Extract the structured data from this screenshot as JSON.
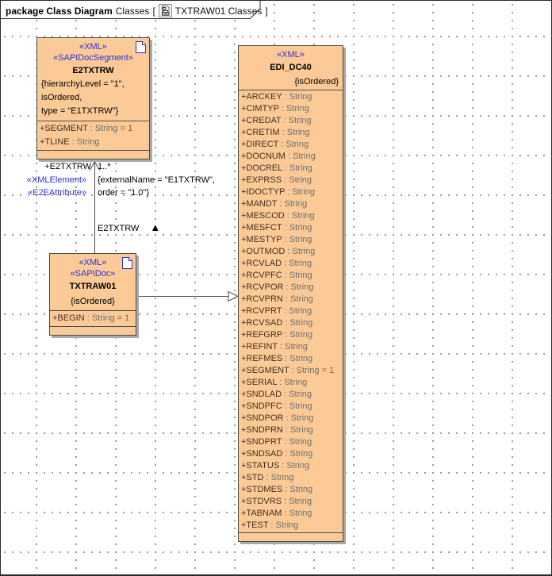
{
  "header": {
    "package_label": "package Class Diagram",
    "context_label": "Classes",
    "open_bracket": "[",
    "diagram_name": "TXTRAW01 Classes",
    "close_bracket": "]",
    "icon": "class-diagram-icon"
  },
  "colors": {
    "class_fill": "#fcca96",
    "class_border": "#4b4b4b",
    "class_shadow": "#a9a9a9",
    "stereotype_blue": "#2f2fd4",
    "attr_type_gray": "#6e6e6e",
    "attr_default_brown": "#8b5e34",
    "grid_dot": "#8d8d8d"
  },
  "classes": {
    "e2txtrw": {
      "stereotypes": [
        "«XML»",
        "«SAPIDocSegment»"
      ],
      "name": "E2TXTRW",
      "constraint_lines": [
        "{hierarchyLevel = \"1\",",
        "isOrdered,",
        "type = \"E1TXTRW\"}"
      ],
      "corner_icon": "document-icon",
      "attributes": [
        {
          "name": "+SEGMENT",
          "type": " : String",
          "default": " = 1"
        },
        {
          "name": "+TLINE",
          "type": " : String",
          "default": ""
        }
      ]
    },
    "txtraw01": {
      "stereotypes": [
        "«XML»",
        "«SAPIDoc»"
      ],
      "name": "TXTRAW01",
      "constraint": "{isOrdered}",
      "corner_icon": "document-icon",
      "attributes": [
        {
          "name": "+BEGIN",
          "type": " : String",
          "default": " = 1"
        }
      ]
    },
    "edi_dc40": {
      "stereotypes": [
        "«XML»"
      ],
      "name": "EDI_DC40",
      "constraint": "{isOrdered}",
      "attributes": [
        {
          "name": "+ARCKEY",
          "type": " : String",
          "default": ""
        },
        {
          "name": "+CIMTYP",
          "type": " : String",
          "default": ""
        },
        {
          "name": "+CREDAT",
          "type": " : String",
          "default": ""
        },
        {
          "name": "+CRETIM",
          "type": " : String",
          "default": ""
        },
        {
          "name": "+DIRECT",
          "type": " : String",
          "default": ""
        },
        {
          "name": "+DOCNUM",
          "type": " : String",
          "default": ""
        },
        {
          "name": "+DOCREL",
          "type": " : String",
          "default": ""
        },
        {
          "name": "+EXPRSS",
          "type": " : String",
          "default": ""
        },
        {
          "name": "+IDOCTYP",
          "type": " : String",
          "default": ""
        },
        {
          "name": "+MANDT",
          "type": " : String",
          "default": ""
        },
        {
          "name": "+MESCOD",
          "type": " : String",
          "default": ""
        },
        {
          "name": "+MESFCT",
          "type": " : String",
          "default": ""
        },
        {
          "name": "+MESTYP",
          "type": " : String",
          "default": ""
        },
        {
          "name": "+OUTMOD",
          "type": " : String",
          "default": ""
        },
        {
          "name": "+RCVLAD",
          "type": " : String",
          "default": ""
        },
        {
          "name": "+RCVPFC",
          "type": " : String",
          "default": ""
        },
        {
          "name": "+RCVPOR",
          "type": " : String",
          "default": ""
        },
        {
          "name": "+RCVPRN",
          "type": " : String",
          "default": ""
        },
        {
          "name": "+RCVPRT",
          "type": " : String",
          "default": ""
        },
        {
          "name": "+RCVSAD",
          "type": " : String",
          "default": ""
        },
        {
          "name": "+REFGRP",
          "type": " : String",
          "default": ""
        },
        {
          "name": "+REFINT",
          "type": " : String",
          "default": ""
        },
        {
          "name": "+REFMES",
          "type": " : String",
          "default": ""
        },
        {
          "name": "+SEGMENT",
          "type": " : String",
          "default": " = 1"
        },
        {
          "name": "+SERIAL",
          "type": " : String",
          "default": ""
        },
        {
          "name": "+SNDLAD",
          "type": " : String",
          "default": ""
        },
        {
          "name": "+SNDPFC",
          "type": " : String",
          "default": ""
        },
        {
          "name": "+SNDPOR",
          "type": " : String",
          "default": ""
        },
        {
          "name": "+SNDPRN",
          "type": " : String",
          "default": ""
        },
        {
          "name": "+SNDPRT",
          "type": " : String",
          "default": ""
        },
        {
          "name": "+SNDSAD",
          "type": " : String",
          "default": ""
        },
        {
          "name": "+STATUS",
          "type": " : String",
          "default": ""
        },
        {
          "name": "+STD",
          "type": " : String",
          "default": ""
        },
        {
          "name": "+STDMES",
          "type": " : String",
          "default": ""
        },
        {
          "name": "+STDVRS",
          "type": " : String",
          "default": ""
        },
        {
          "name": "+TABNAM",
          "type": " : String",
          "default": ""
        },
        {
          "name": "+TEST",
          "type": " : String",
          "default": ""
        }
      ]
    }
  },
  "association": {
    "role": "+E2TXTRW",
    "multiplicity": "1..*",
    "stereotypes": [
      "«XMLElement»",
      "«E2EAttribute»"
    ],
    "constraint_lines": [
      "{externalName = \"E1TXTRW\",",
      "order = \"1.0\"}"
    ],
    "name": "E2TXTRW",
    "direction_arrow": "▲"
  }
}
